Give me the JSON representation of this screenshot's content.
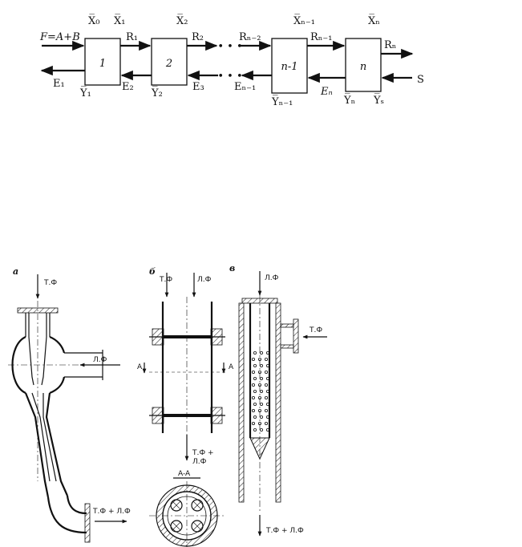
{
  "scheme": {
    "stages": [
      "1",
      "2",
      "n-1",
      "n"
    ],
    "feed": "F=A+B",
    "solvent": "S",
    "dots_top": "• • •",
    "dots_bottom": "• • •",
    "x_labels": [
      "X̅₀",
      "X̅₁",
      "X̅₂",
      "X̅ₙ₋₁",
      "X̅ₙ"
    ],
    "y_labels": [
      "Y̅₁",
      "Y̅₂",
      "Y̅ₙ₋₁",
      "Y̅ₙ",
      "Y̅ₛ"
    ],
    "raffinate_labels": [
      "R₁",
      "R₂",
      "Rₙ₋₂",
      "Rₙ₋₁",
      "Rₙ"
    ],
    "extract_labels": [
      "E₁",
      "E₂",
      "E₃",
      "Eₙ₋₁",
      "Eₙ"
    ]
  },
  "apparatus": {
    "a": {
      "letter": "a",
      "inlet_top": "Т.Ф",
      "inlet_side": "Л.Ф",
      "outlet": "Т.Ф + Л.Ф"
    },
    "b": {
      "letter": "б",
      "inlet_left": "Т.Ф",
      "inlet_right": "Л.Ф",
      "section_mark_left": "A",
      "section_mark_right": "A",
      "outlet_line1": "Т.Ф +",
      "outlet_line2": "Л.Ф",
      "section_title": "A-A"
    },
    "c": {
      "letter": "в",
      "inlet_top": "Л.Ф",
      "inlet_side": "Т.Ф",
      "outlet": "Т.Ф + Л.Ф"
    }
  }
}
